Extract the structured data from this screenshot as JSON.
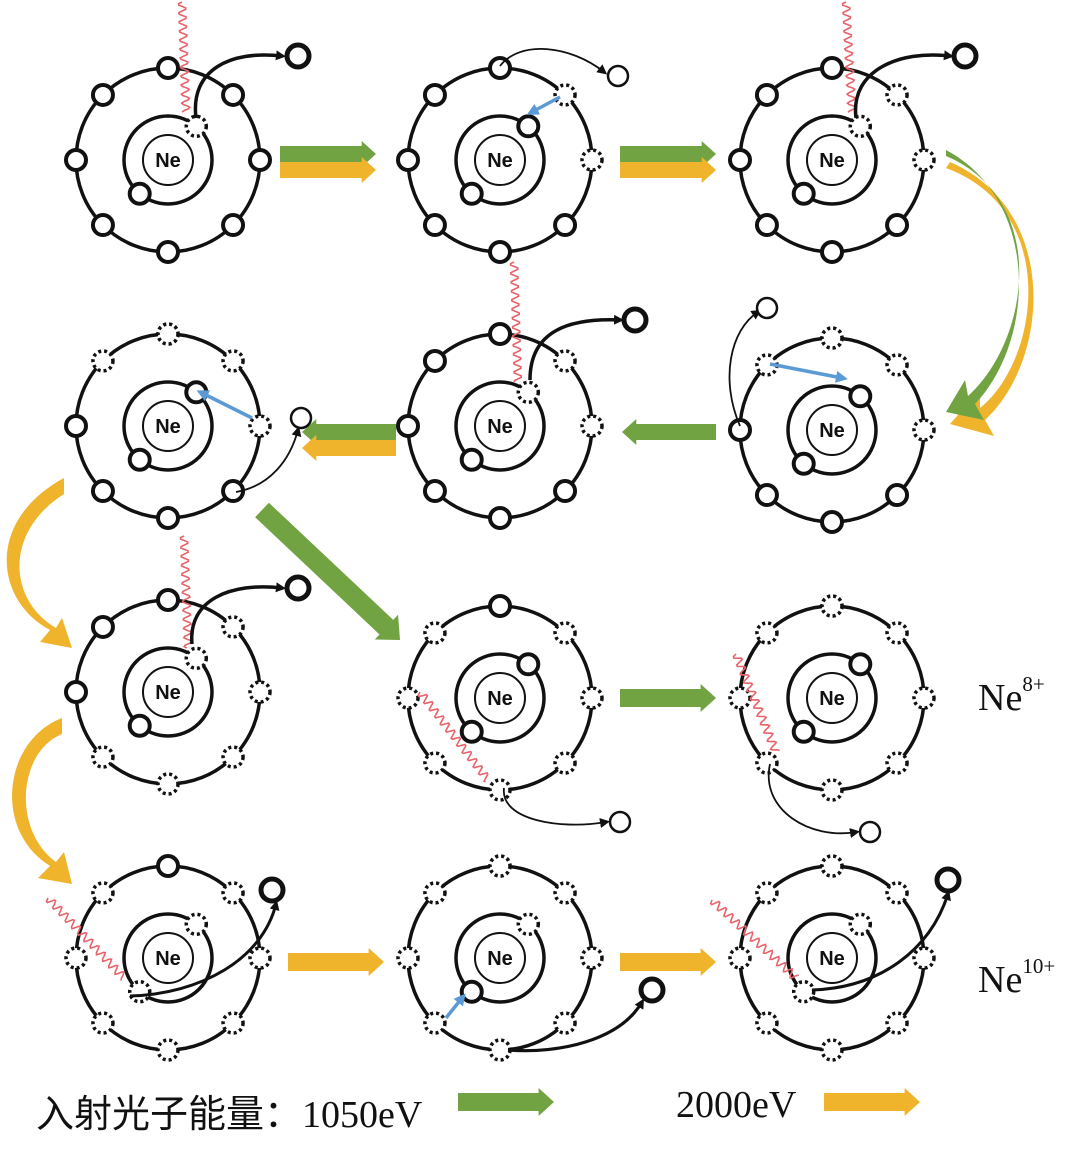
{
  "nucleus_label": "Ne",
  "colors": {
    "energy_1050": "#72a342",
    "energy_2000": "#f0b42c",
    "transition": "#5b9bd5",
    "photon": "#e8636a",
    "shell": "#111111"
  },
  "charge_labels": [
    {
      "base": "Ne",
      "sup": "8+"
    },
    {
      "base": "Ne",
      "sup": "10+"
    }
  ],
  "legend": {
    "prefix": "入射光子能量：",
    "green_value": "1050eV",
    "orange_value": "2000eV"
  }
}
